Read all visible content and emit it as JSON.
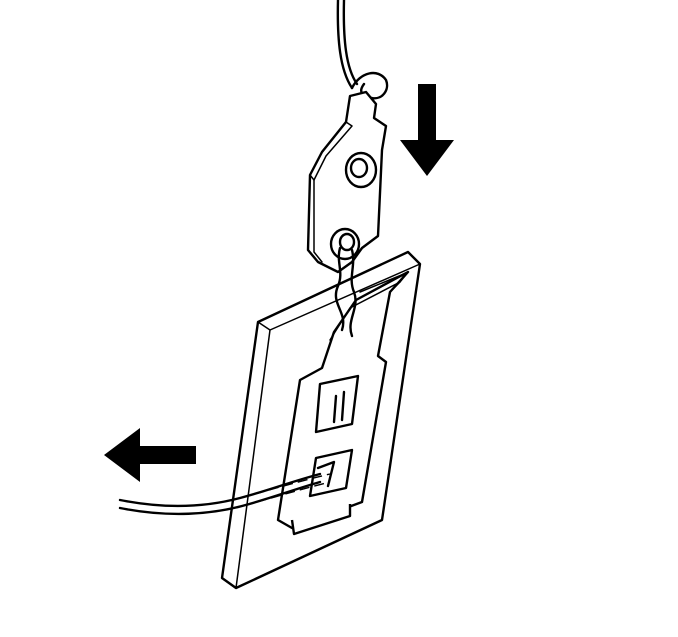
{
  "diagram": {
    "labels": [],
    "arrows": [
      {
        "name": "down-arrow",
        "direction": "down"
      },
      {
        "name": "left-arrow",
        "direction": "left"
      }
    ],
    "colors": {
      "line": "#000000",
      "background": "#ffffff"
    }
  }
}
